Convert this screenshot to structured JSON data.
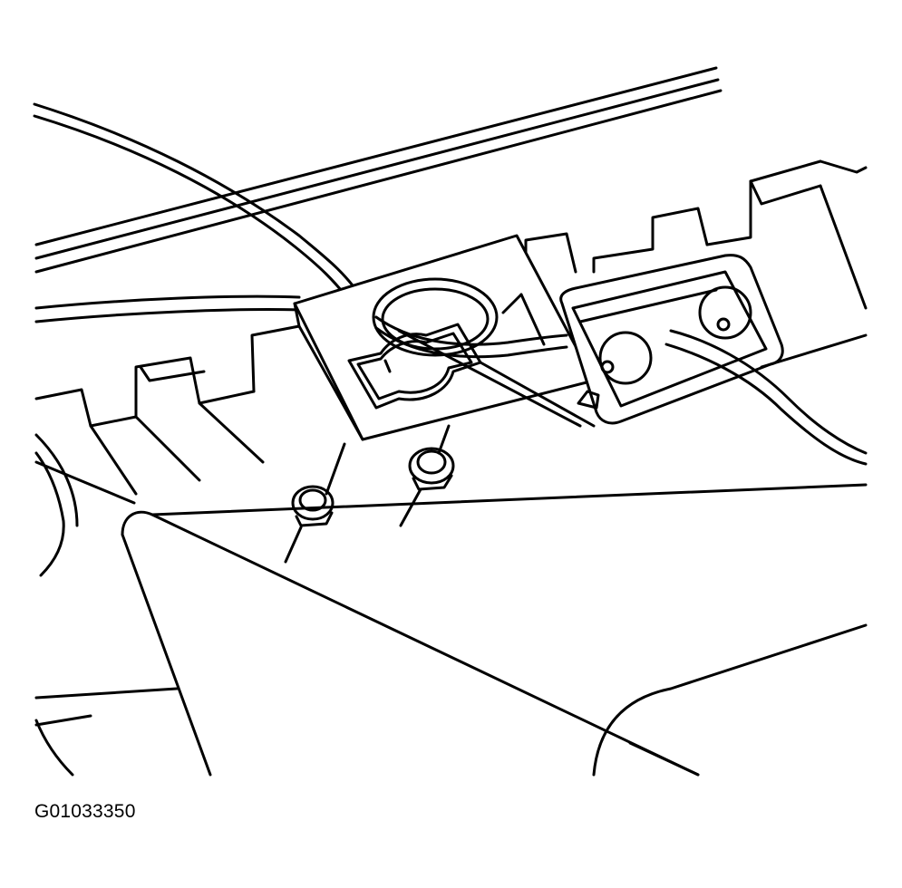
{
  "figure": {
    "id_label": "G01033350",
    "description_parts": [
      "wiring-harness",
      "mounting-bracket",
      "connector-plug",
      "retaining-nut",
      "housing"
    ]
  }
}
